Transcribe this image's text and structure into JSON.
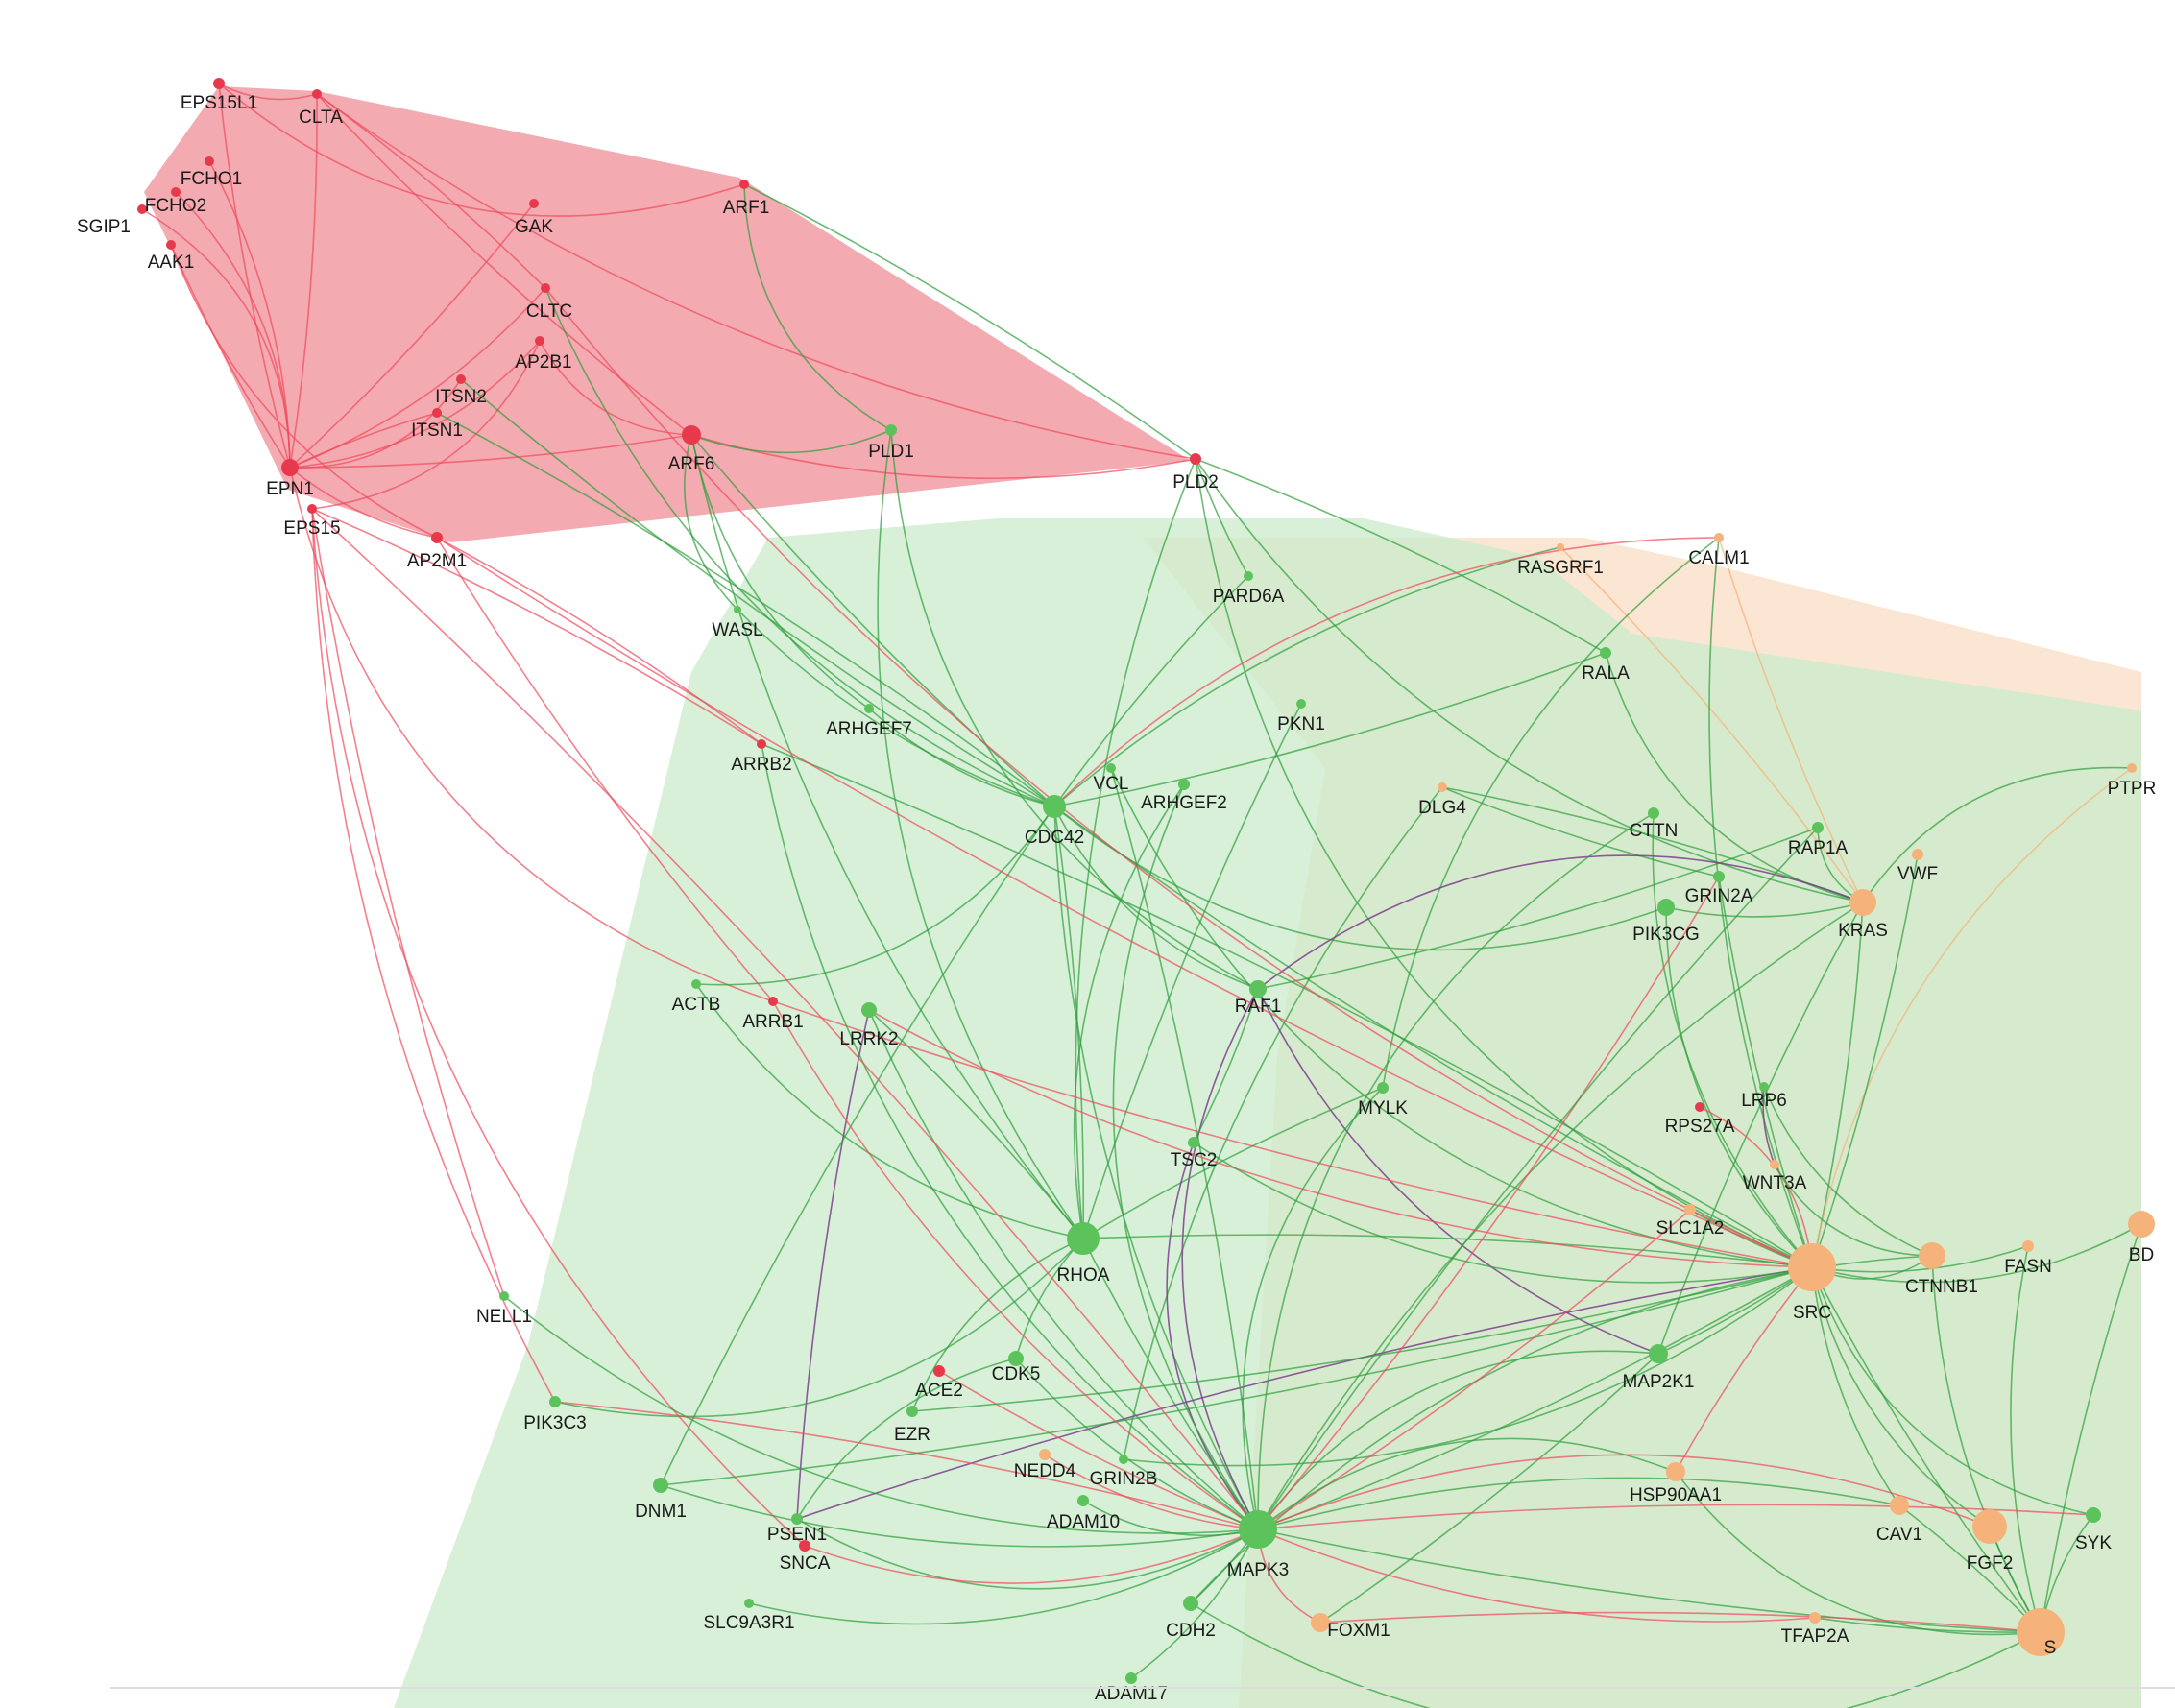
{
  "colors": {
    "red": "#e8394c",
    "green": "#5cc35c",
    "orange": "#f5b27a",
    "purple": "#7b3f8c",
    "redEdge": "#ef4a5c",
    "greenEdge": "#2e9e3c",
    "redHull": "#ef8e96",
    "greenHull": "#cdeccd",
    "orangeHull": "#f9dcc4"
  },
  "nodes": [
    {
      "id": "EPS15L1",
      "label": "EPS15L1",
      "group": "red"
    },
    {
      "id": "CLTA",
      "label": "CLTA",
      "group": "red"
    },
    {
      "id": "FCHO1",
      "label": "FCHO1",
      "group": "red"
    },
    {
      "id": "FCHO2",
      "label": "FCHO2",
      "group": "red"
    },
    {
      "id": "SGIP1",
      "label": "SGIP1",
      "group": "red"
    },
    {
      "id": "AAK1",
      "label": "AAK1",
      "group": "red"
    },
    {
      "id": "GAK",
      "label": "GAK",
      "group": "red"
    },
    {
      "id": "ARF1",
      "label": "ARF1",
      "group": "red"
    },
    {
      "id": "CLTC",
      "label": "CLTC",
      "group": "red"
    },
    {
      "id": "AP2B1",
      "label": "AP2B1",
      "group": "red"
    },
    {
      "id": "ITSN2",
      "label": "ITSN2",
      "group": "red"
    },
    {
      "id": "ITSN1",
      "label": "ITSN1",
      "group": "red"
    },
    {
      "id": "EPN1",
      "label": "EPN1",
      "group": "red"
    },
    {
      "id": "EPS15",
      "label": "EPS15",
      "group": "red"
    },
    {
      "id": "ARF6",
      "label": "ARF6",
      "group": "red"
    },
    {
      "id": "PLD1",
      "label": "PLD1",
      "group": "green"
    },
    {
      "id": "PLD2",
      "label": "PLD2",
      "group": "red"
    },
    {
      "id": "AP2M1",
      "label": "AP2M1",
      "group": "red"
    },
    {
      "id": "RASGRF1",
      "label": "RASGRF1",
      "group": "orange"
    },
    {
      "id": "CALM1",
      "label": "CALM1",
      "group": "orange"
    },
    {
      "id": "PARD6A",
      "label": "PARD6A",
      "group": "green"
    },
    {
      "id": "WASL",
      "label": "WASL",
      "group": "green"
    },
    {
      "id": "RALA",
      "label": "RALA",
      "group": "green"
    },
    {
      "id": "PKN1",
      "label": "PKN1",
      "group": "green"
    },
    {
      "id": "ARHGEF7",
      "label": "ARHGEF7",
      "group": "green"
    },
    {
      "id": "ARRB2",
      "label": "ARRB2",
      "group": "red"
    },
    {
      "id": "VCL",
      "label": "VCL",
      "group": "green"
    },
    {
      "id": "ARHGEF2",
      "label": "ARHGEF2",
      "group": "green"
    },
    {
      "id": "CDC42",
      "label": "CDC42",
      "group": "green"
    },
    {
      "id": "DLG4",
      "label": "DLG4",
      "group": "orange"
    },
    {
      "id": "PTPR",
      "label": "PTPR",
      "group": "orange"
    },
    {
      "id": "CTTN",
      "label": "CTTN",
      "group": "green"
    },
    {
      "id": "RAP1A",
      "label": "RAP1A",
      "group": "green"
    },
    {
      "id": "VWF",
      "label": "VWF",
      "group": "orange"
    },
    {
      "id": "GRIN2A",
      "label": "GRIN2A",
      "group": "green"
    },
    {
      "id": "PIK3CG",
      "label": "PIK3CG",
      "group": "green"
    },
    {
      "id": "KRAS",
      "label": "KRAS",
      "group": "orange"
    },
    {
      "id": "ACTB",
      "label": "ACTB",
      "group": "green"
    },
    {
      "id": "ARRB1",
      "label": "ARRB1",
      "group": "red"
    },
    {
      "id": "LRRK2",
      "label": "LRRK2",
      "group": "green"
    },
    {
      "id": "RAF1",
      "label": "RAF1",
      "group": "green"
    },
    {
      "id": "MYLK",
      "label": "MYLK",
      "group": "green"
    },
    {
      "id": "RPS27A",
      "label": "RPS27A",
      "group": "red"
    },
    {
      "id": "LRP6",
      "label": "LRP6",
      "group": "green"
    },
    {
      "id": "TSC2",
      "label": "TSC2",
      "group": "green"
    },
    {
      "id": "WNT3A",
      "label": "WNT3A",
      "group": "orange"
    },
    {
      "id": "SLC1A2",
      "label": "SLC1A2",
      "group": "orange"
    },
    {
      "id": "RHOA",
      "label": "RHOA",
      "group": "green"
    },
    {
      "id": "SRC",
      "label": "SRC",
      "group": "orange"
    },
    {
      "id": "CTNNB1",
      "label": "CTNNB1",
      "group": "orange"
    },
    {
      "id": "FASN",
      "label": "FASN",
      "group": "orange"
    },
    {
      "id": "BD",
      "label": "BD",
      "group": "orange"
    },
    {
      "id": "NELL1",
      "label": "NELL1",
      "group": "green"
    },
    {
      "id": "MAP2K1",
      "label": "MAP2K1",
      "group": "green"
    },
    {
      "id": "ACE2",
      "label": "ACE2",
      "group": "red"
    },
    {
      "id": "CDK5",
      "label": "CDK5",
      "group": "green"
    },
    {
      "id": "PIK3C3",
      "label": "PIK3C3",
      "group": "green"
    },
    {
      "id": "EZR",
      "label": "EZR",
      "group": "green"
    },
    {
      "id": "NEDD4",
      "label": "NEDD4",
      "group": "orange"
    },
    {
      "id": "GRIN2B",
      "label": "GRIN2B",
      "group": "green"
    },
    {
      "id": "HSP90AA1",
      "label": "HSP90AA1",
      "group": "orange"
    },
    {
      "id": "DNM1",
      "label": "DNM1",
      "group": "green"
    },
    {
      "id": "ADAM10",
      "label": "ADAM10",
      "group": "green"
    },
    {
      "id": "PSEN1",
      "label": "PSEN1",
      "group": "green"
    },
    {
      "id": "CAV1",
      "label": "CAV1",
      "group": "orange"
    },
    {
      "id": "FGF2",
      "label": "FGF2",
      "group": "orange"
    },
    {
      "id": "SYK",
      "label": "SYK",
      "group": "green"
    },
    {
      "id": "SNCA",
      "label": "SNCA",
      "group": "red"
    },
    {
      "id": "MAPK3",
      "label": "MAPK3",
      "group": "green"
    },
    {
      "id": "SLC9A3R1",
      "label": "SLC9A3R1",
      "group": "green"
    },
    {
      "id": "CDH2",
      "label": "CDH2",
      "group": "green"
    },
    {
      "id": "FOXM1",
      "label": "FOXM1",
      "group": "orange"
    },
    {
      "id": "TFAP2A",
      "label": "TFAP2A",
      "group": "orange"
    },
    {
      "id": "S",
      "label": "S",
      "group": "orange"
    },
    {
      "id": "ADAM17",
      "label": "ADAM17",
      "group": "green"
    }
  ]
}
